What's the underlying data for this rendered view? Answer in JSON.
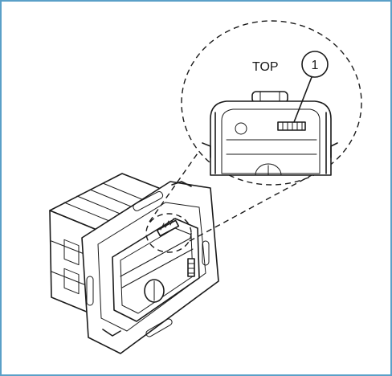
{
  "diagram": {
    "top_label": "TOP",
    "callout_number": "1"
  },
  "colors": {
    "frame_border": "#5aa0c8",
    "line": "#1a1a1a",
    "background": "#ffffff"
  },
  "icons": {
    "device": "flush-mounted-insert-drawing",
    "connector": "multi-pin-connector-detail"
  }
}
